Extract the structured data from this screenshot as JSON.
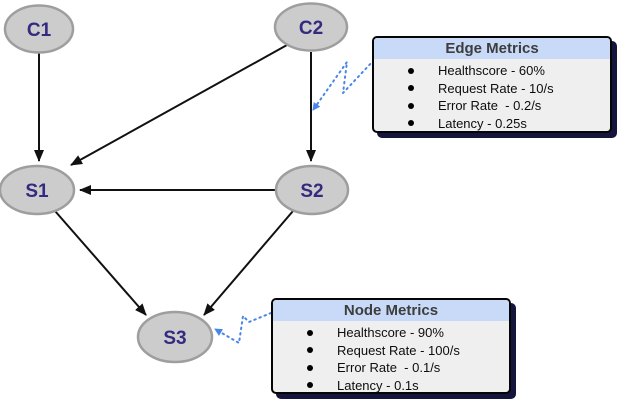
{
  "diagram": {
    "nodes": [
      {
        "id": "C1",
        "label": "C1"
      },
      {
        "id": "C2",
        "label": "C2"
      },
      {
        "id": "S1",
        "label": "S1"
      },
      {
        "id": "S2",
        "label": "S2"
      },
      {
        "id": "S3",
        "label": "S3"
      }
    ],
    "edges": [
      {
        "from": "C1",
        "to": "S1"
      },
      {
        "from": "C2",
        "to": "S1"
      },
      {
        "from": "C2",
        "to": "S2"
      },
      {
        "from": "S2",
        "to": "S1"
      },
      {
        "from": "S1",
        "to": "S3"
      },
      {
        "from": "S2",
        "to": "S3"
      }
    ],
    "callouts": [
      {
        "panel": "edge_metrics",
        "points_to": "edge C2-S2"
      },
      {
        "panel": "node_metrics",
        "points_to": "node S3"
      }
    ]
  },
  "edge_metrics": {
    "title": "Edge Metrics",
    "items": [
      "Healthscore - 60%",
      "Request Rate - 10/s",
      "Error Rate  - 0.2/s",
      "Latency - 0.25s"
    ]
  },
  "node_metrics": {
    "title": "Node Metrics",
    "items": [
      "Healthscore - 90%",
      "Request Rate - 100/s",
      "Error Rate  - 0.1/s",
      "Latency - 0.1s"
    ]
  },
  "colors": {
    "node_fill": "#cccccc",
    "node_border": "#9e9e9e",
    "node_label": "#332b80",
    "edge_stroke": "#111111",
    "callout_blue": "#4a86e8",
    "panel_header_bg": "#c9daf8",
    "panel_body_bg": "#efefef",
    "panel_shadow": "#14143c"
  }
}
